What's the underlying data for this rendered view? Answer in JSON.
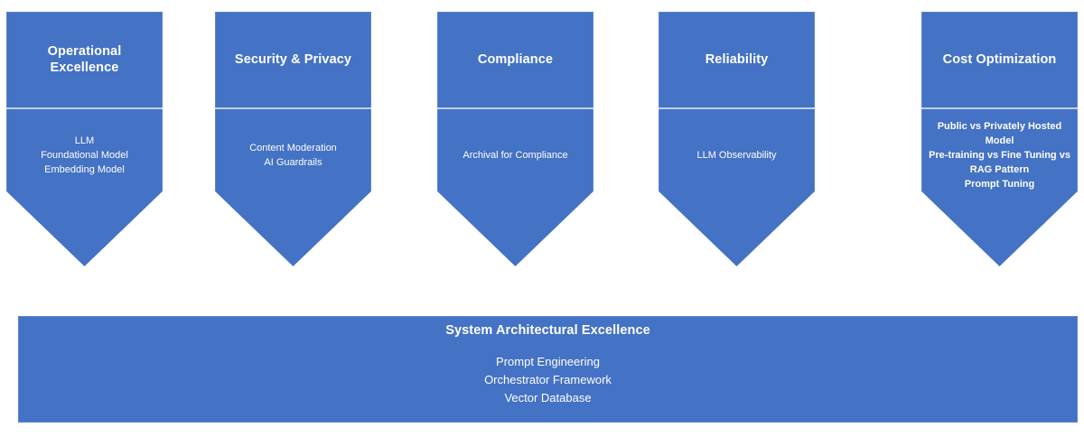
{
  "diagram": {
    "type": "chevron-pillars",
    "accent_color": "#4472C4",
    "border_color": "#5B86D0",
    "divider_color": "#D7E0F2",
    "text_color": "#FFFFFF",
    "background_color": "#FFFFFF"
  },
  "pillars": [
    {
      "title": "Operational Excellence",
      "items_text": "LLM\nFoundational Model\nEmbedding Model",
      "items": [
        "LLM",
        "Foundational Model",
        "Embedding Model"
      ],
      "bold_body": false
    },
    {
      "title": "Security & Privacy",
      "items_text": "Content Moderation\nAI Guardrails",
      "items": [
        "Content Moderation",
        "AI Guardrails"
      ],
      "bold_body": false
    },
    {
      "title": "Compliance",
      "items_text": "Archival for Compliance",
      "items": [
        "Archival for Compliance"
      ],
      "bold_body": false
    },
    {
      "title": "Reliability",
      "items_text": "LLM Observability",
      "items": [
        "LLM Observability"
      ],
      "bold_body": false
    },
    {
      "title": "Cost Optimization",
      "items_text": "Public vs Privately Hosted Model\nPre-training vs Fine Tuning vs RAG Pattern\nPrompt Tuning",
      "items": [
        "Public vs Privately Hosted Model",
        "Pre-training vs Fine Tuning vs RAG Pattern",
        "Prompt Tuning"
      ],
      "bold_body": true
    }
  ],
  "foundation": {
    "title": "System Architectural Excellence",
    "items_text": "Prompt Engineering\nOrchestrator Framework\nVector Database",
    "items": [
      "Prompt Engineering",
      "Orchestrator Framework",
      "Vector Database"
    ]
  }
}
